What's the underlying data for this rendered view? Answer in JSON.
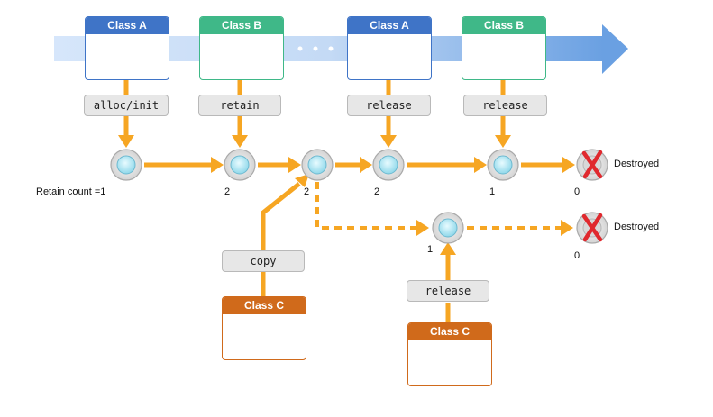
{
  "objects_top": [
    {
      "label": "Class A"
    },
    {
      "label": "Class B"
    },
    {
      "label": "Class A"
    },
    {
      "label": "Class B"
    }
  ],
  "objects_bottom": [
    {
      "label": "Class C"
    },
    {
      "label": "Class C"
    }
  ],
  "messages": {
    "alloc": "alloc/init",
    "retain": "retain",
    "release1": "release",
    "release2": "release",
    "copy": "copy",
    "release3": "release"
  },
  "retain_count_label": "Retain count =1",
  "counts": [
    "2",
    "2",
    "2",
    "1",
    "0",
    "1",
    "0"
  ],
  "destroyed_labels": [
    "Destroyed",
    "Destroyed"
  ],
  "colors": {
    "class_a": "#3f74c7",
    "class_b": "#3fb888",
    "class_c": "#d06a1b",
    "arrow": "#f6a623",
    "timeline_arrow": "#7aa9e0",
    "destroyed_x": "#e0292e"
  }
}
